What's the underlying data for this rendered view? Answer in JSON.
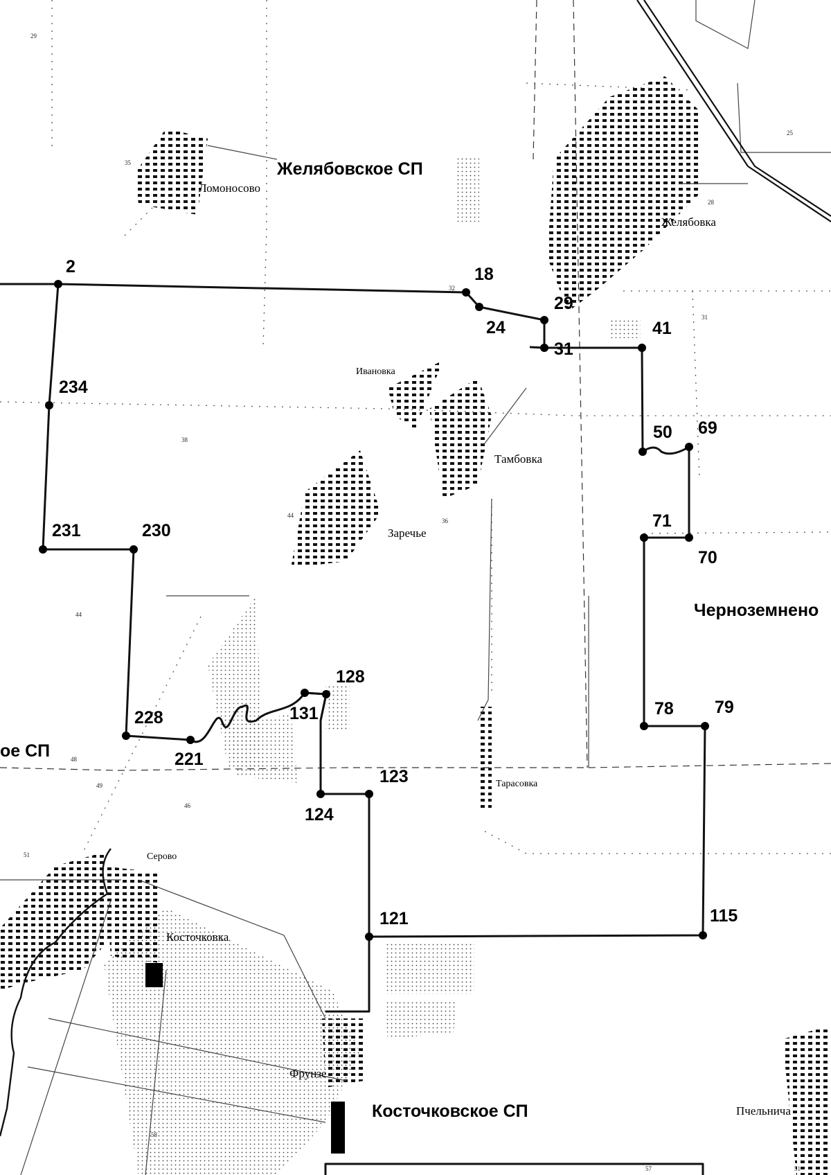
{
  "regions": [
    {
      "name": "Желябовское СП"
    },
    {
      "name": "Черноземнено"
    },
    {
      "name": "Косточковское СП"
    },
    {
      "name": "ое СП"
    }
  ],
  "settlements": [
    {
      "name": "Ломоносово"
    },
    {
      "name": "Желябовка"
    },
    {
      "name": "Ивановка"
    },
    {
      "name": "Тамбовка"
    },
    {
      "name": "Заречье"
    },
    {
      "name": "Тарасовка"
    },
    {
      "name": "Серово"
    },
    {
      "name": "Косточковка"
    },
    {
      "name": "Фрунзе"
    },
    {
      "name": "Пчельнича"
    }
  ],
  "boundary_points": [
    "2",
    "18",
    "24",
    "29",
    "31",
    "41",
    "50",
    "69",
    "71",
    "70",
    "78",
    "79",
    "115",
    "121",
    "123",
    "124",
    "128",
    "131",
    "221",
    "228",
    "230",
    "231",
    "234"
  ],
  "field_numbers": [
    "29",
    "35",
    "28",
    "25",
    "32",
    "31",
    "38",
    "44",
    "36",
    "44",
    "48",
    "49",
    "46",
    "51",
    "58",
    "57",
    "51"
  ],
  "map_colors": {
    "background": "#ffffff",
    "ink": "#000000"
  }
}
